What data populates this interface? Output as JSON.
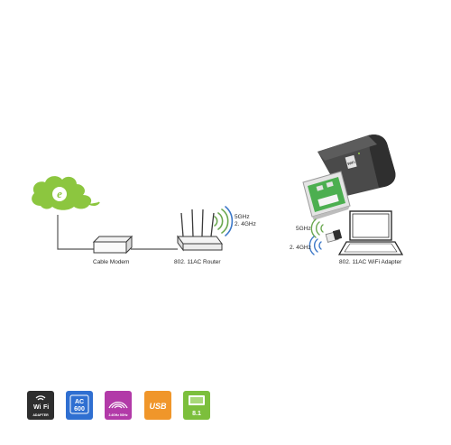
{
  "diagram": {
    "nodes": {
      "internet": {
        "icon": "internet-cloud-icon"
      },
      "modem": {
        "label": "Cable Modem",
        "icon": "cable-modem-icon"
      },
      "router": {
        "label": "802. 11AC Router",
        "icon": "router-icon",
        "band_5": "5GHz",
        "band_24": "2. 4GHz"
      },
      "adapter": {
        "label": "802. 11AC WiFi Adapter",
        "icon": "laptop-icon",
        "band_5": "5GHz",
        "band_24": "2. 4GHz"
      },
      "usb_dongle": {
        "icon": "usb-wifi-adapter-icon",
        "logo": "WiFi"
      }
    },
    "colors": {
      "cloud": "#8cc63f",
      "wave": "#6aa84f",
      "line": "#555555"
    }
  },
  "badges": [
    {
      "name": "wifi-adapter-badge",
      "icon": "wifi-adapter-icon",
      "line1": "Wi",
      "line2": "Fi",
      "caption": "ADAPTER",
      "color": "#2e2e2e"
    },
    {
      "name": "ac600-badge",
      "icon": "ac600-icon",
      "line1": "AC",
      "line2": "600",
      "color": "#2f6fd1"
    },
    {
      "name": "dual-band-badge",
      "icon": "dual-band-icon",
      "caption": "2.4GHz 5GHz",
      "color": "#b23aa8"
    },
    {
      "name": "usb-badge",
      "icon": "usb-icon",
      "line1": "USB",
      "color": "#f0962a"
    },
    {
      "name": "windows-8-1-badge",
      "icon": "windows-8-1-icon",
      "line1": "8.1",
      "color": "#7cbf3c"
    }
  ]
}
